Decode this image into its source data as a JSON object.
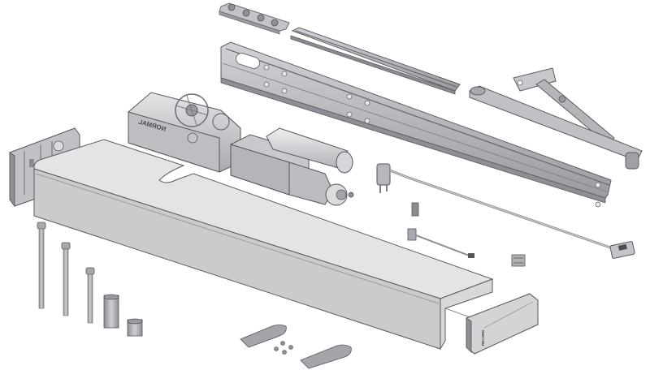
{
  "diagram": {
    "type": "exploded-view",
    "subject": "automatic swing door operator assembly",
    "background": "#ffffff",
    "colors": {
      "metal_light": "#d9d9dc",
      "metal_mid": "#b9b9be",
      "metal_dark": "#8d8d93",
      "outline": "#5c5c62",
      "cover_top": "#e3e3e5",
      "cover_side": "#c8c8cb"
    },
    "parts": [
      {
        "id": "mounting-plate-top",
        "label": "Mounting plate with 4 screws"
      },
      {
        "id": "guide-rail",
        "label": "Guide rail"
      },
      {
        "id": "mounting-rail",
        "label": "Mounting rail / back plate"
      },
      {
        "id": "arm-assembly",
        "label": "Door arm assembly"
      },
      {
        "id": "drive-unit",
        "label": "Drive unit (gearbox + motor)",
        "marking": "NORMAL"
      },
      {
        "id": "left-end-plate",
        "label": "Left end plate"
      },
      {
        "id": "cover",
        "label": "Operator cover"
      },
      {
        "id": "power-plug",
        "label": "Power plug with cable"
      },
      {
        "id": "small-spacer",
        "label": "Small spacer plate"
      },
      {
        "id": "wire-harness",
        "label": "Connector cable"
      },
      {
        "id": "terminal-clip",
        "label": "Terminal clip"
      },
      {
        "id": "long-bolt-1",
        "label": "Long bolt"
      },
      {
        "id": "long-bolt-2",
        "label": "Medium bolt"
      },
      {
        "id": "long-bolt-3",
        "label": "Short bolt"
      },
      {
        "id": "spacer-tall",
        "label": "Tall spacer sleeve"
      },
      {
        "id": "spacer-short",
        "label": "Short spacer sleeve"
      },
      {
        "id": "foot-plate-1",
        "label": "Foot plate"
      },
      {
        "id": "foot-plate-2",
        "label": "Foot plate"
      },
      {
        "id": "small-screws",
        "label": "Small screws (x4)"
      },
      {
        "id": "right-end-cap",
        "label": "Right end cap",
        "marking": "RECORD"
      }
    ]
  },
  "markings": {
    "drive_unit_text": "NORMAL",
    "end_cap_text": "RECORD"
  }
}
